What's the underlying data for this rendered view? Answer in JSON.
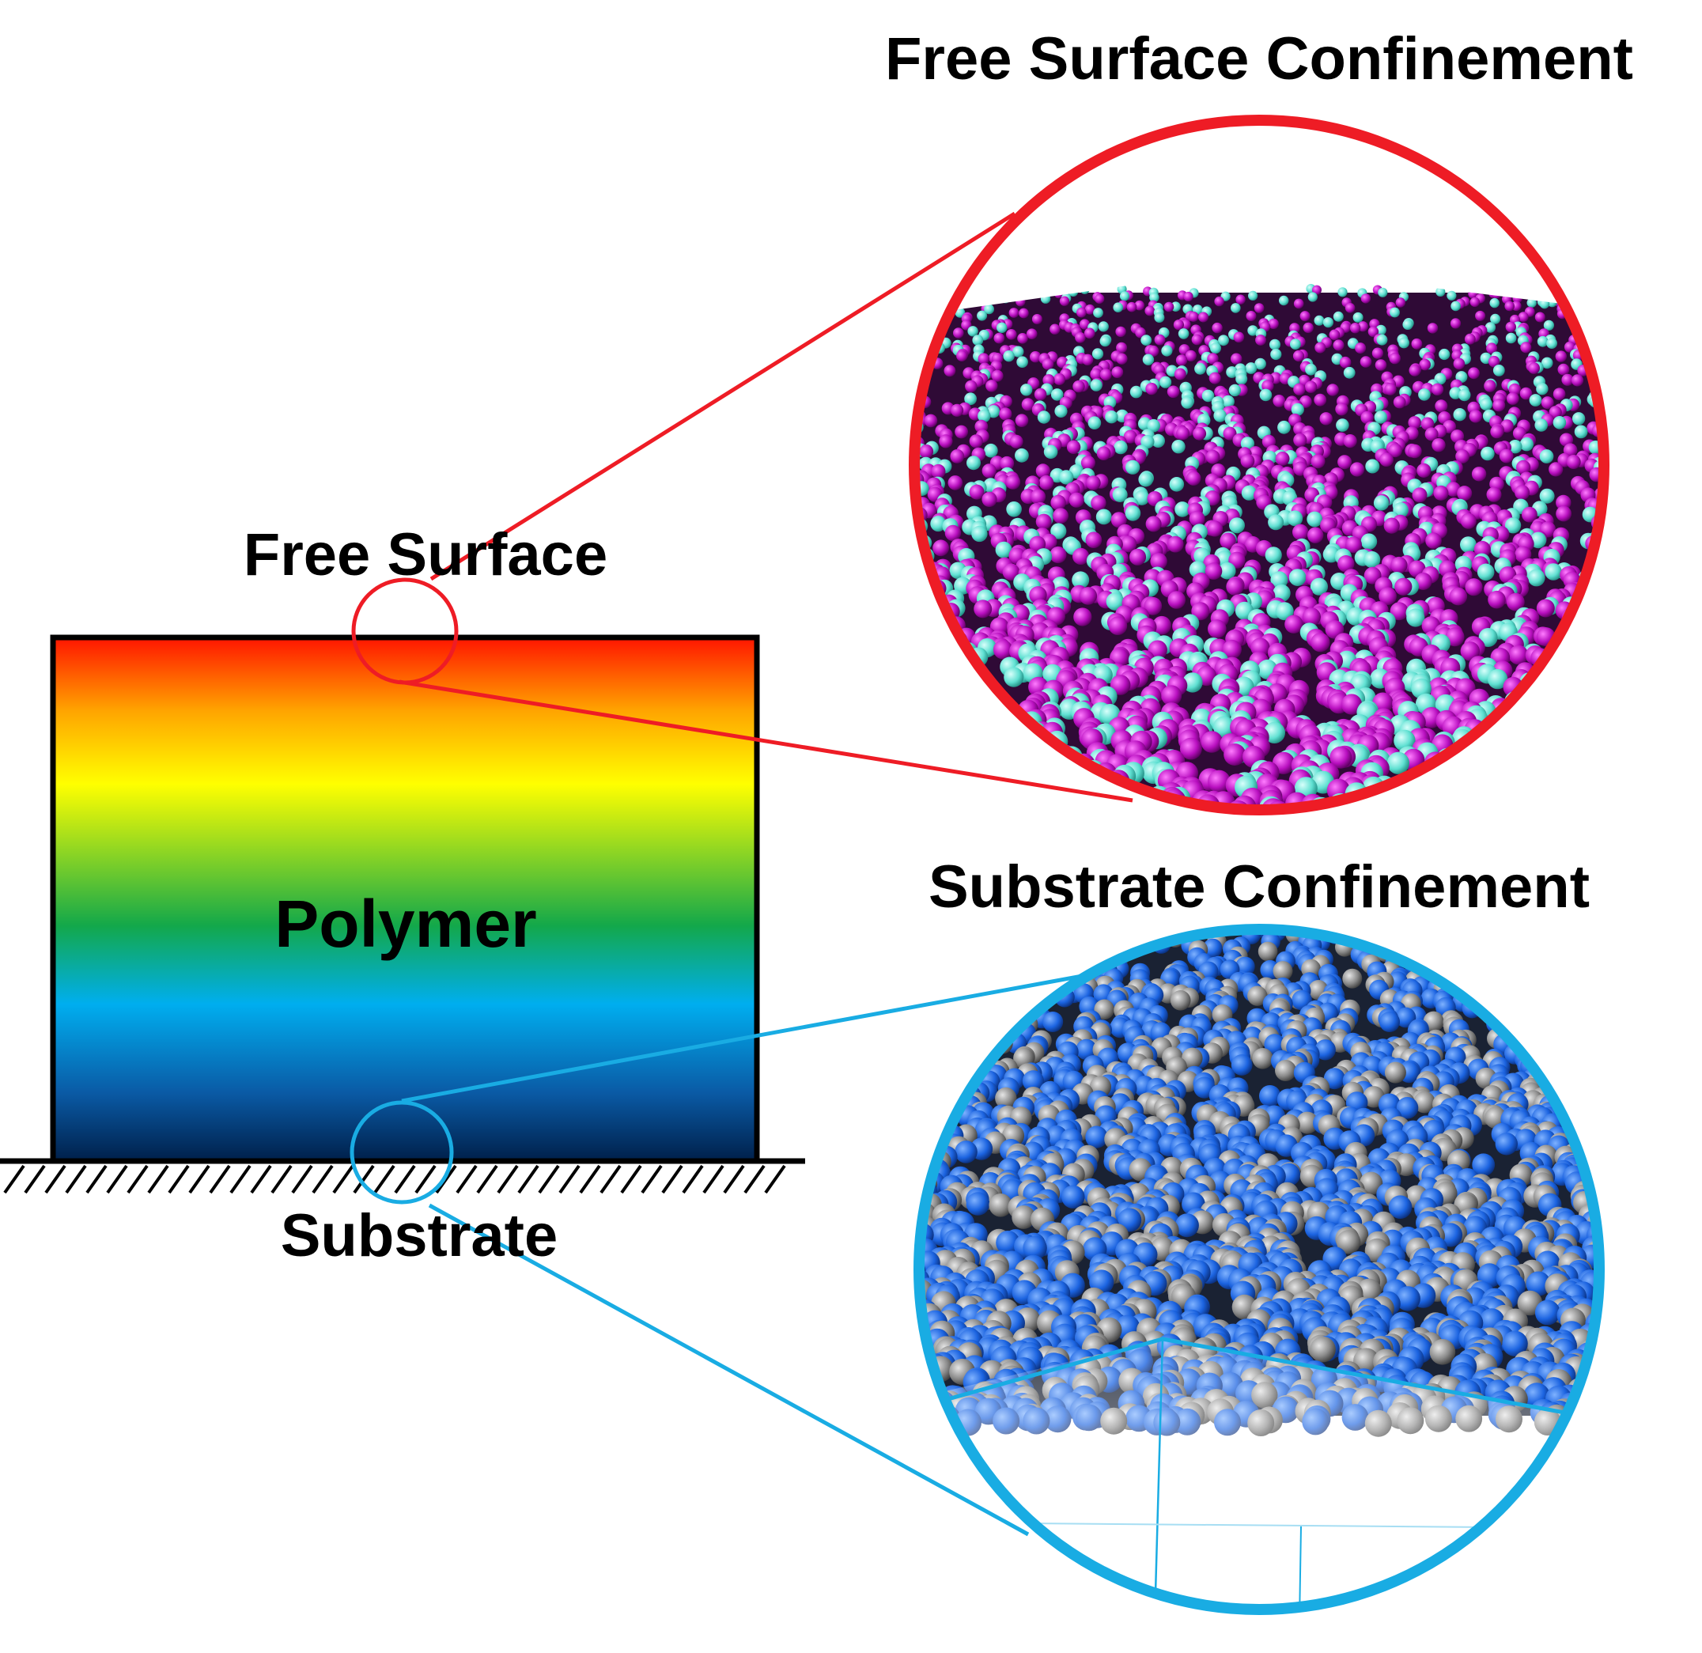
{
  "labels": {
    "free_surface_confinement": "Free Surface Confinement",
    "substrate_confinement": "Substrate Confinement",
    "free_surface": "Free Surface",
    "polymer": "Polymer",
    "substrate": "Substrate"
  },
  "colors": {
    "red_accent": "#ee1c25",
    "blue_accent": "#19ace3",
    "magenta_bead": "#b80fbf",
    "cyan_bead": "#5fe0d2",
    "blue_bead": "#1b63e0",
    "gray_bead": "#8a8a8a",
    "gradient": [
      "#ff1400",
      "#ffa400",
      "#ffff00",
      "#13a84a",
      "#00aeef",
      "#0a5aa5",
      "#00204a"
    ]
  }
}
